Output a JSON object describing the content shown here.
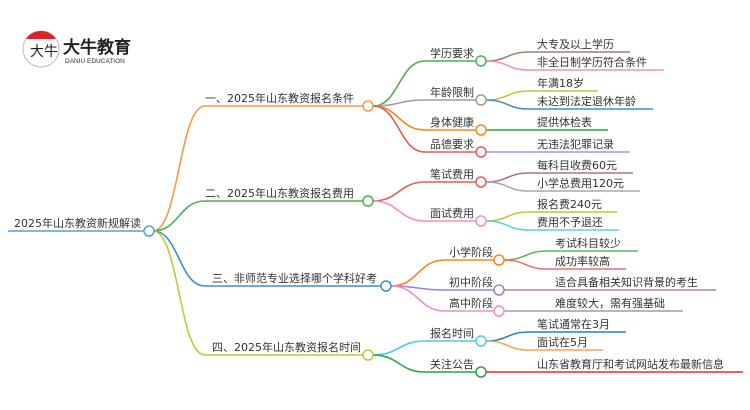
{
  "logo": {
    "name": "大牛教育",
    "subtitle": "DANIU EDUCATION",
    "mark": "大牛"
  },
  "root": {
    "label": "2025年山东教资新规解读",
    "color": "#5b9bd5"
  },
  "branches": [
    {
      "label": "一、2025年山东教资报名条件",
      "color": "#f39a4a",
      "children": [
        {
          "label": "学历要求",
          "color": "#4caf50",
          "leaves": [
            {
              "label": "大专及以上学历",
              "color": "#a67c70"
            },
            {
              "label": "非全日制学历符合条件",
              "color": "#ef8fc8"
            }
          ]
        },
        {
          "label": "年龄限制",
          "color": "#9e9e9e",
          "leaves": [
            {
              "label": "年满18岁",
              "color": "#c8c43a"
            },
            {
              "label": "未达到法定退休年龄",
              "color": "#3d8fd1"
            }
          ]
        },
        {
          "label": "身体健康",
          "color": "#f7861f",
          "leaves": [
            {
              "label": "提供体检表",
              "color": "#2ea043"
            }
          ]
        },
        {
          "label": "品德要求",
          "color": "#e35b5b",
          "leaves": [
            {
              "label": "无违法犯罪记录",
              "color": "#b58fd6"
            }
          ]
        }
      ]
    },
    {
      "label": "二、2025年山东教资报名费用",
      "color": "#4caf50",
      "children": [
        {
          "label": "笔试费用",
          "color": "#e35b5b",
          "leaves": [
            {
              "label": "每科目收费60元",
              "color": "#a67c70"
            },
            {
              "label": "小学总费用120元",
              "color": "#aaaaaa"
            }
          ]
        },
        {
          "label": "面试费用",
          "color": "#ef8fc8",
          "leaves": [
            {
              "label": "报名费240元",
              "color": "#c8c43a"
            },
            {
              "label": "费用不予退还",
              "color": "#5fd0e0"
            }
          ]
        }
      ]
    },
    {
      "label": "三、非师范专业选择哪个学科好考",
      "color": "#3d8fd1",
      "children": [
        {
          "label": "小学阶段",
          "color": "#f7861f",
          "leaves": [
            {
              "label": "考试科目较少",
              "color": "#5cb85c"
            },
            {
              "label": "成功率较高",
              "color": "#ef6f6f"
            }
          ]
        },
        {
          "label": "初中阶段",
          "color": "#a27fd0",
          "leaves": [
            {
              "label": "适合具备相关知识背景的考生",
              "color": "#b08a80"
            }
          ]
        },
        {
          "label": "高中阶段",
          "color": "#ef8fc8",
          "leaves": [
            {
              "label": "难度较大，需有强基础",
              "color": "#9e9e9e"
            }
          ]
        }
      ]
    },
    {
      "label": "四、2025年山东教资报名时间",
      "color": "#c8c43a",
      "children": [
        {
          "label": "报名时间",
          "color": "#4fcbe0",
          "leaves": [
            {
              "label": "笔试通常在3月",
              "color": "#2f7fc8"
            },
            {
              "label": "面试在5月",
              "color": "#f7a35a"
            }
          ]
        },
        {
          "label": "关注公告",
          "color": "#2ea043",
          "leaves": [
            {
              "label": "山东省教育厅和考试网站发布最新信息",
              "color": "#e03030"
            }
          ]
        }
      ]
    }
  ]
}
